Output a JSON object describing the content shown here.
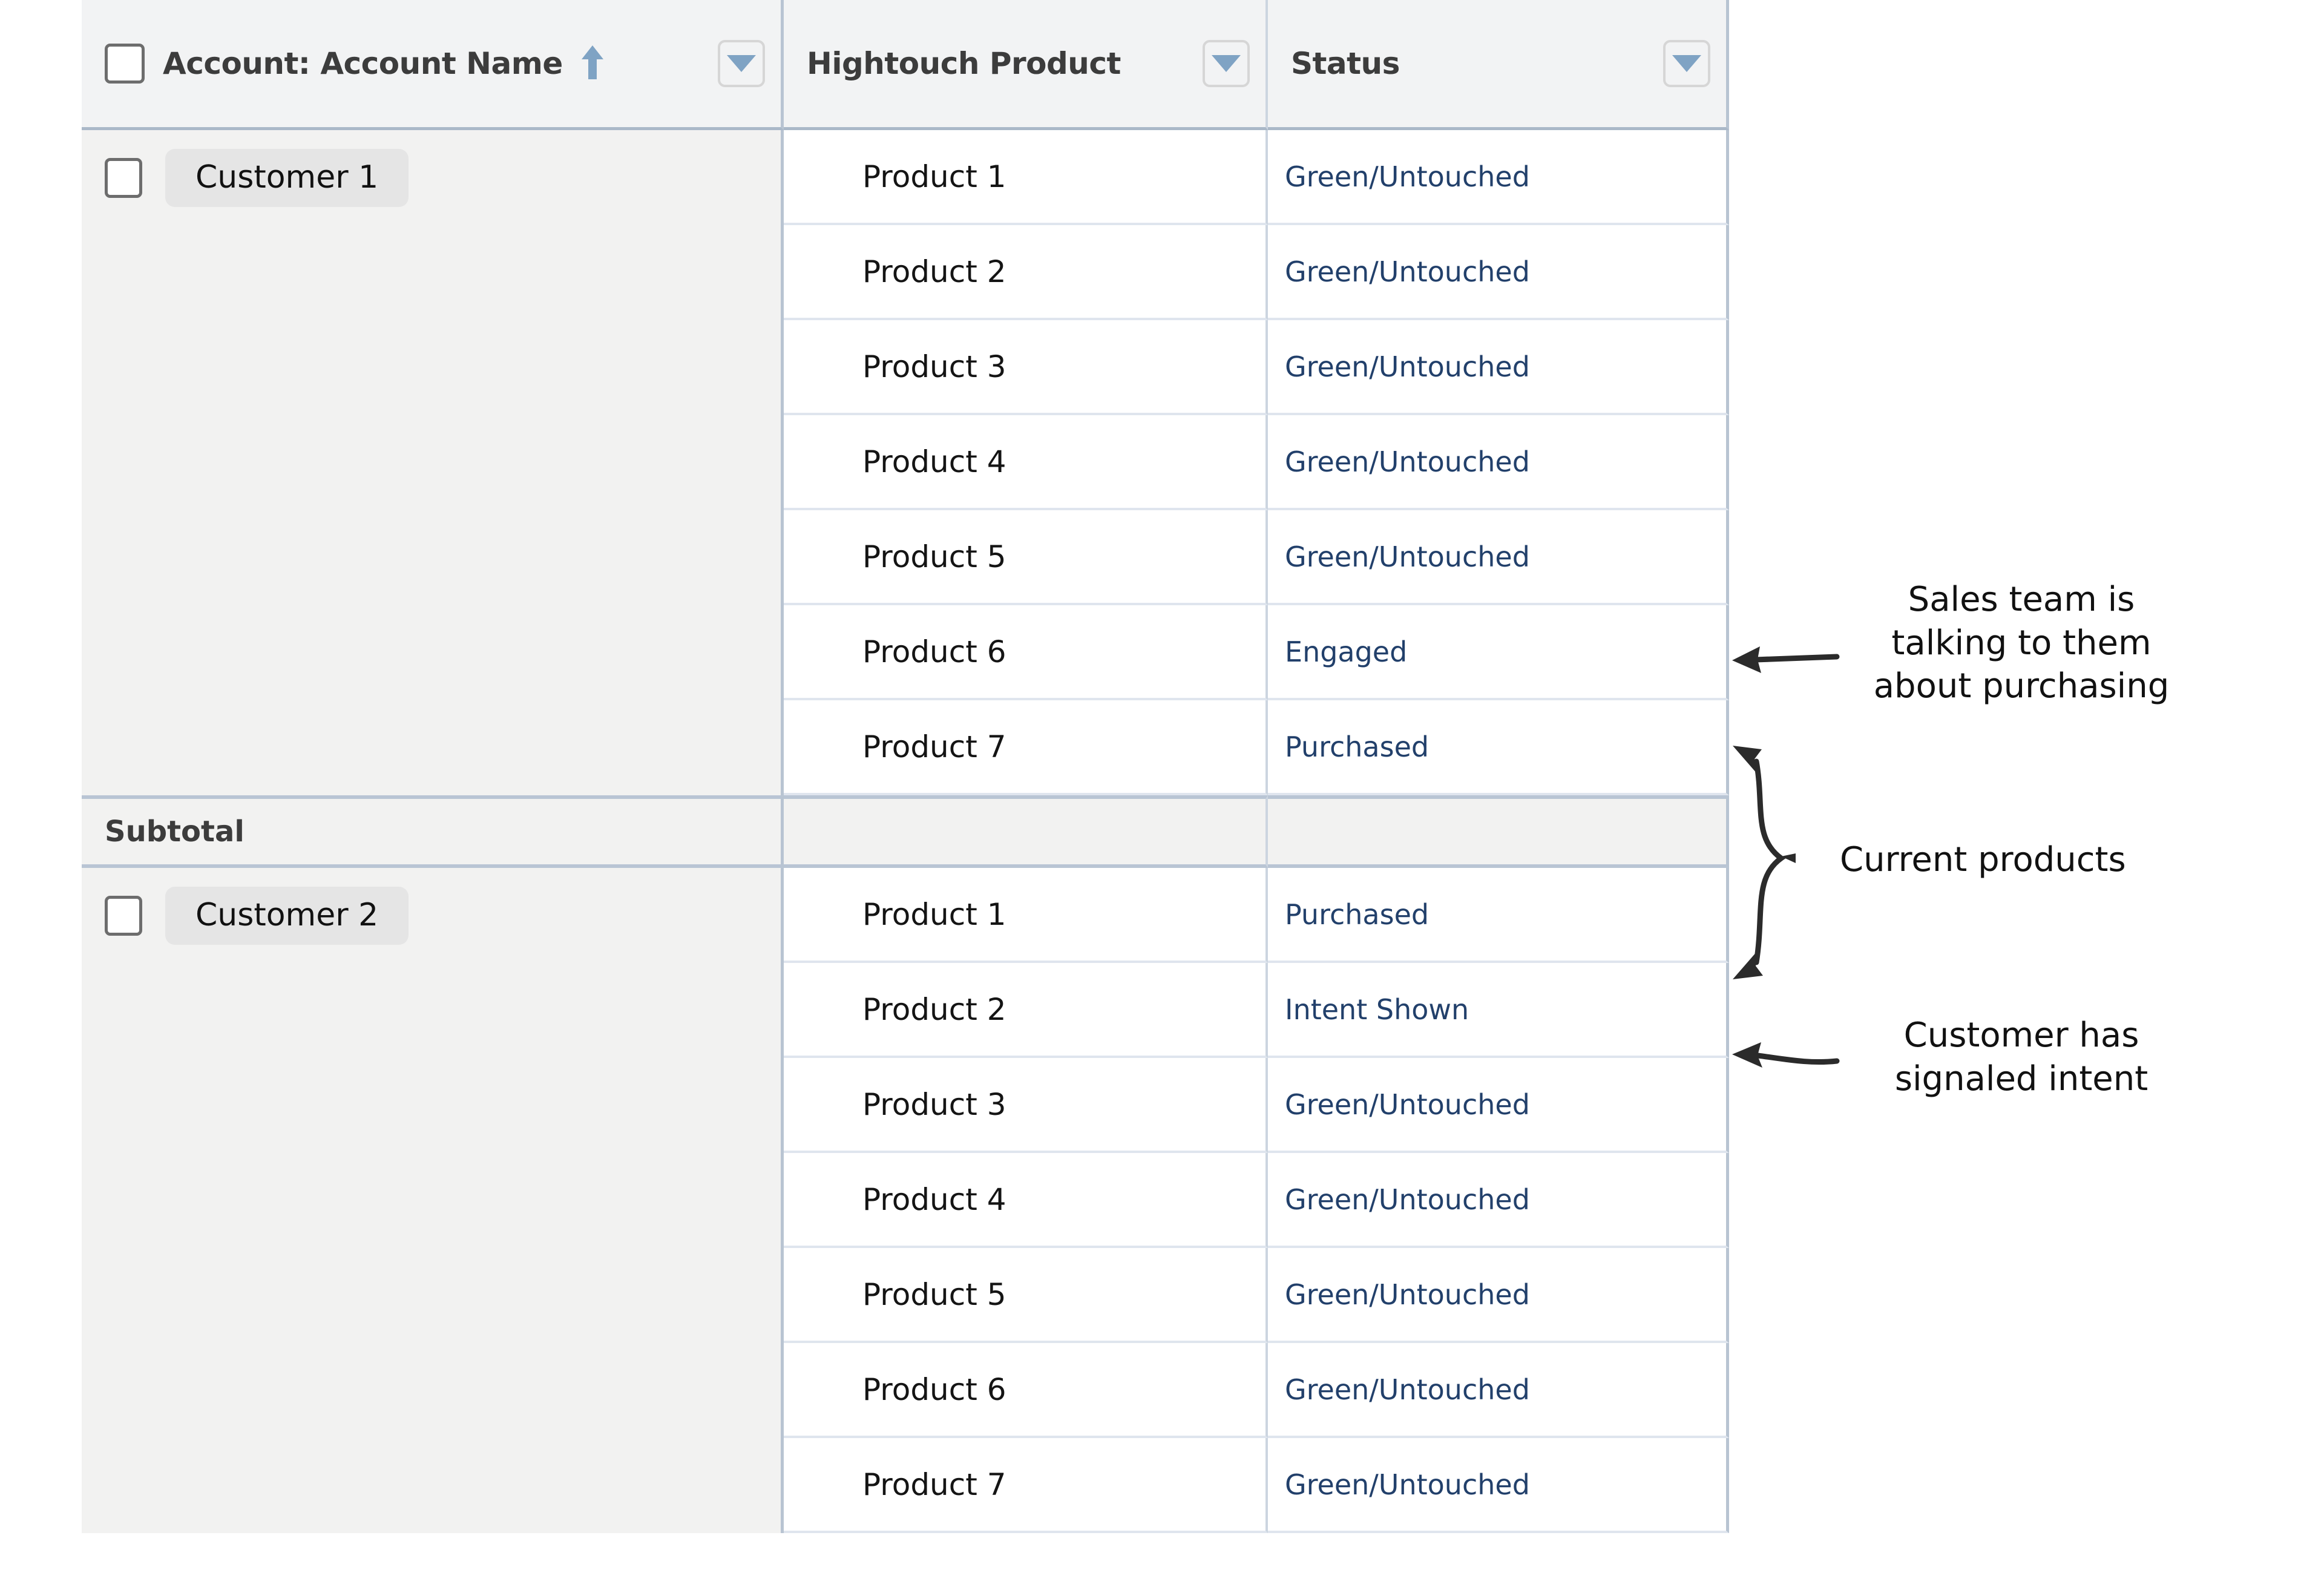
{
  "table": {
    "columns": [
      {
        "key": "account",
        "label": "Account: Account Name",
        "sorted": true,
        "sort_direction": "ascending",
        "has_menu": true,
        "menu_icon": "caret-down-icon"
      },
      {
        "key": "product",
        "label": "Hightouch Product",
        "sorted": false,
        "has_menu": true,
        "menu_icon": "caret-down-icon"
      },
      {
        "key": "status",
        "label": "Status",
        "sorted": false,
        "has_menu": true,
        "menu_icon": "caret-down-icon"
      }
    ],
    "select_all_checkbox": {
      "checked": false
    },
    "groups": [
      {
        "account": "Customer 1",
        "checkbox_checked": false,
        "rows": [
          {
            "product": "Product 1",
            "status": "Green/Untouched"
          },
          {
            "product": "Product 2",
            "status": "Green/Untouched"
          },
          {
            "product": "Product 3",
            "status": "Green/Untouched"
          },
          {
            "product": "Product 4",
            "status": "Green/Untouched"
          },
          {
            "product": "Product 5",
            "status": "Green/Untouched"
          },
          {
            "product": "Product 6",
            "status": "Engaged"
          },
          {
            "product": "Product 7",
            "status": "Purchased"
          }
        ],
        "subtotal_label": "Subtotal"
      },
      {
        "account": "Customer 2",
        "checkbox_checked": false,
        "rows": [
          {
            "product": "Product 1",
            "status": "Purchased"
          },
          {
            "product": "Product 2",
            "status": "Intent Shown"
          },
          {
            "product": "Product 3",
            "status": "Green/Untouched"
          },
          {
            "product": "Product 4",
            "status": "Green/Untouched"
          },
          {
            "product": "Product 5",
            "status": "Green/Untouched"
          },
          {
            "product": "Product 6",
            "status": "Green/Untouched"
          },
          {
            "product": "Product 7",
            "status": "Green/Untouched"
          }
        ]
      }
    ]
  },
  "annotations": [
    {
      "id": "sales",
      "text": "Sales team is\ntalking to them\nabout purchasing",
      "marker": "arrow-left-icon"
    },
    {
      "id": "current",
      "text": "Current products",
      "marker": "curly-brace-icon"
    },
    {
      "id": "intent",
      "text": "Customer has\nsignaled intent",
      "marker": "arrow-left-icon"
    }
  ],
  "colors": {
    "header_background": "#f2f3f4",
    "header_text": "#3c3c3c",
    "account_column_background": "#f2f2f1",
    "status_text": "#22406b",
    "product_text": "#141414",
    "grid_line": "#dfe5ee",
    "column_divider": "#b8c4d2",
    "badge_background": "#e5e5e5",
    "sort_arrow": "#7fa3c4",
    "caret": "#7fa3c4",
    "annotation": "#111111"
  }
}
